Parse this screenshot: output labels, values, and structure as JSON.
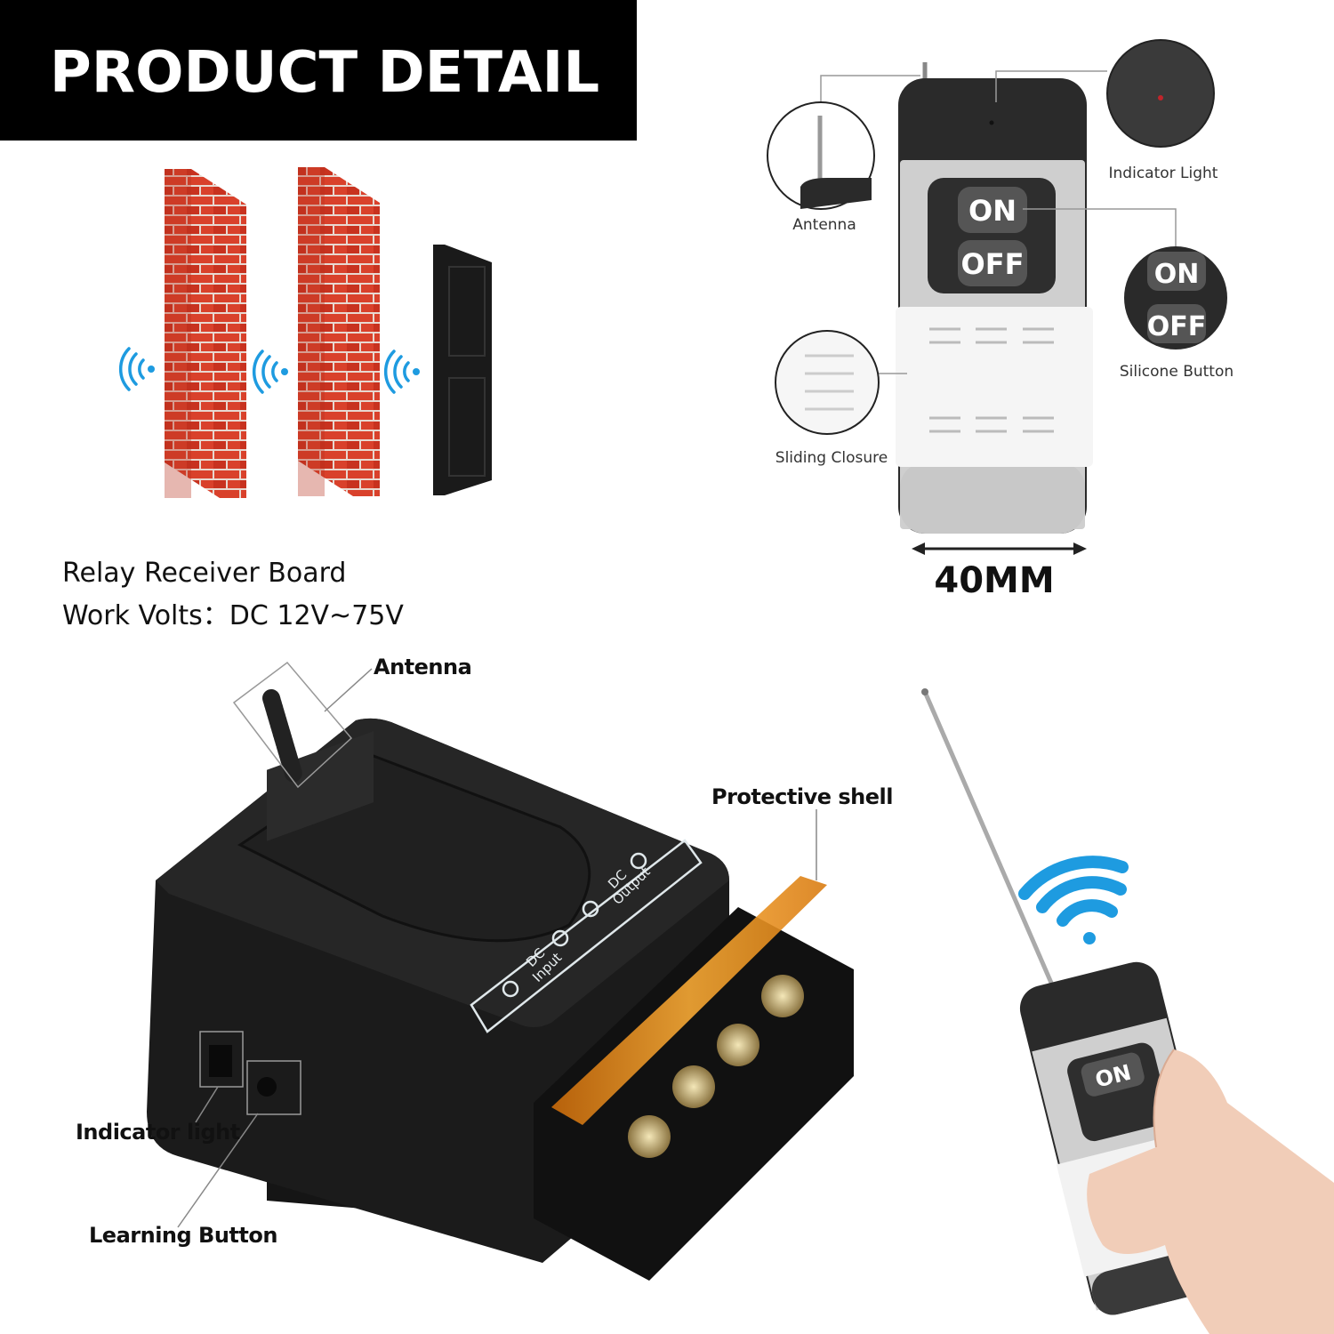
{
  "banner": {
    "title": "PRODUCT DETAIL"
  },
  "remote_callouts": {
    "antenna": "Antenna",
    "indicator_light": "Indicator Light",
    "silicone_button": "Silicone Button",
    "sliding_closure": "Sliding Closure",
    "width": "40MM"
  },
  "remote_buttons": {
    "on": "ON",
    "off": "OFF"
  },
  "specs": {
    "line1": "Relay Receiver Board",
    "line2": "Work Volts：DC 12V~75V"
  },
  "board_callouts": {
    "antenna": "Antenna",
    "protective_shell": "Protective shell",
    "indicator_light": "Indicator light",
    "learning_button": "Learning Button"
  },
  "board_print": {
    "dc": "DC",
    "input": "Input",
    "output": "Output",
    "plus": "+",
    "minus": "−"
  },
  "colors": {
    "brick": "#d9412b",
    "signal": "#1e9be0",
    "shell": "#f39a1e",
    "case": "#1b1b1b"
  }
}
